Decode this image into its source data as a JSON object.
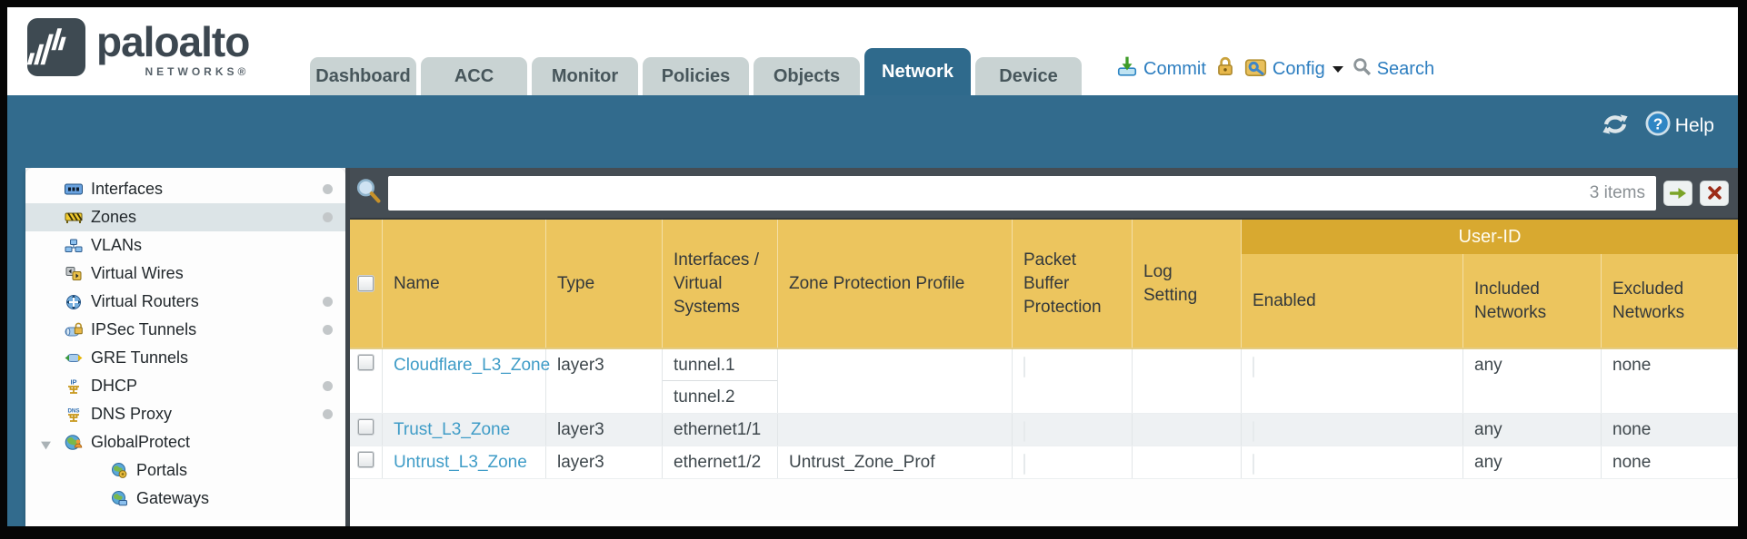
{
  "header": {
    "logo": {
      "brand": "paloalto",
      "sub": "NETWORKS®"
    },
    "tabs": [
      {
        "label": "Dashboard",
        "active": false
      },
      {
        "label": "ACC",
        "active": false
      },
      {
        "label": "Monitor",
        "active": false
      },
      {
        "label": "Policies",
        "active": false
      },
      {
        "label": "Objects",
        "active": false
      },
      {
        "label": "Network",
        "active": true
      },
      {
        "label": "Device",
        "active": false
      }
    ],
    "actions": {
      "commit": "Commit",
      "config": "Config",
      "search": "Search"
    }
  },
  "subheader": {
    "help_label": "Help"
  },
  "sidebar": {
    "items": [
      {
        "label": "Interfaces",
        "icon": "interfaces",
        "dot": true,
        "selected": false
      },
      {
        "label": "Zones",
        "icon": "zones",
        "dot": true,
        "selected": true
      },
      {
        "label": "VLANs",
        "icon": "vlans",
        "dot": false,
        "selected": false
      },
      {
        "label": "Virtual Wires",
        "icon": "virtual-wires",
        "dot": false,
        "selected": false
      },
      {
        "label": "Virtual Routers",
        "icon": "virtual-routers",
        "dot": true,
        "selected": false
      },
      {
        "label": "IPSec Tunnels",
        "icon": "ipsec-tunnels",
        "dot": true,
        "selected": false
      },
      {
        "label": "GRE Tunnels",
        "icon": "gre-tunnels",
        "dot": false,
        "selected": false
      },
      {
        "label": "DHCP",
        "icon": "dhcp",
        "dot": true,
        "selected": false
      },
      {
        "label": "DNS Proxy",
        "icon": "dns-proxy",
        "dot": true,
        "selected": false
      },
      {
        "label": "GlobalProtect",
        "icon": "globalprotect",
        "dot": false,
        "selected": false,
        "expanded": true
      },
      {
        "label": "Portals",
        "icon": "portals",
        "dot": false,
        "selected": false,
        "indent": true
      },
      {
        "label": "Gateways",
        "icon": "gateways",
        "dot": false,
        "selected": false,
        "indent": true
      }
    ]
  },
  "toolbar": {
    "filter_value": "",
    "items_count": "3 items"
  },
  "table": {
    "group_user_id": "User-ID",
    "columns": {
      "name": "Name",
      "type": "Type",
      "interfaces": "Interfaces / Virtual Systems",
      "zone_protection": "Zone Protection Profile",
      "packet_buffer": "Packet Buffer Protection",
      "log_setting": "Log Setting",
      "enabled": "Enabled",
      "included": "Included Networks",
      "excluded": "Excluded Networks"
    },
    "rows": [
      {
        "name": "Cloudflare_L3_Zone",
        "type": "layer3",
        "interfaces": [
          "tunnel.1",
          "tunnel.2"
        ],
        "zone_protection": "",
        "log_setting": "",
        "included": "any",
        "excluded": "none"
      },
      {
        "name": "Trust_L3_Zone",
        "type": "layer3",
        "interfaces": [
          "ethernet1/1"
        ],
        "zone_protection": "",
        "log_setting": "",
        "included": "any",
        "excluded": "none"
      },
      {
        "name": "Untrust_L3_Zone",
        "type": "layer3",
        "interfaces": [
          "ethernet1/2"
        ],
        "zone_protection": "Untrust_Zone_Prof",
        "log_setting": "",
        "included": "any",
        "excluded": "none"
      }
    ]
  },
  "icons": {
    "commit": "green-down-arrow-into-tray",
    "lock": "gold-padlock",
    "config": "gold-panel-blue-key",
    "search": "gray-magnifier",
    "refresh": "circular-arrows",
    "help": "blue-question-circle",
    "filter": "blue-magnifier-gold-handle",
    "apply_filter": "green-right-arrow",
    "clear_filter": "red-x"
  }
}
